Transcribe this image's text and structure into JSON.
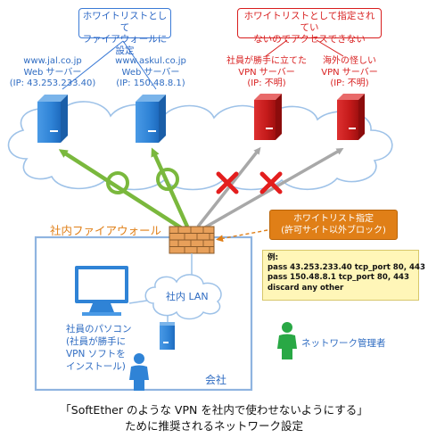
{
  "callouts": {
    "whitelist_set": [
      "ホワイトリストとして",
      "ファイアウォールに設定"
    ],
    "not_whitelisted": [
      "ホワイトリストとして指定されてい",
      "ないのでアクセスできない"
    ],
    "whitelist_spec": [
      "ホワイトリスト指定",
      "(許可サイト以外ブロック)"
    ]
  },
  "servers": [
    {
      "lines": [
        "www.jal.co.jp",
        "Web サーバー",
        "(IP: 43.253.233.40)"
      ],
      "allowed": true
    },
    {
      "lines": [
        "www.askul.co.jp",
        "Web サーバー",
        "(IP: 150.48.8.1)"
      ],
      "allowed": true
    },
    {
      "lines": [
        "社員が勝手に立てた",
        "VPN サーバー",
        "(IP: 不明)"
      ],
      "allowed": false
    },
    {
      "lines": [
        "海外の怪しい",
        "VPN サーバー",
        "(IP: 不明)"
      ],
      "allowed": false
    }
  ],
  "firewall_label": "社内ファイアウォール",
  "lan_label": "社内 LAN",
  "pc_label": [
    "社員のパソコン",
    "(社員が勝手に",
    "VPN ソフトを",
    "インストール)"
  ],
  "admin_label": "ネットワーク管理者",
  "company_label": "会社",
  "example": {
    "title": "例:",
    "rules": [
      "pass 43.253.233.40 tcp_port 80, 443",
      "pass 150.48.8.1 tcp_port 80, 443",
      "discard any other"
    ]
  },
  "caption": [
    "「SoftEther のような VPN を社内で使わせないようにする」",
    "ために推奨されるネットワーク設定"
  ],
  "colors": {
    "allowed_server": "#2f83d6",
    "blocked_server": "#c41a1a",
    "allowed_mark": "#7ab83d",
    "blocked_mark": "#e31e1e",
    "firewall_brick": "#e8a05a",
    "callout_orange": "#e07f17",
    "company_border": "#8fb4e0",
    "person": "#29a845"
  },
  "icons": [
    "cloud-icon",
    "server-icon",
    "brick-wall-icon",
    "monitor-icon",
    "pc-tower-icon",
    "person-icon",
    "circle-mark-icon",
    "cross-mark-icon"
  ]
}
